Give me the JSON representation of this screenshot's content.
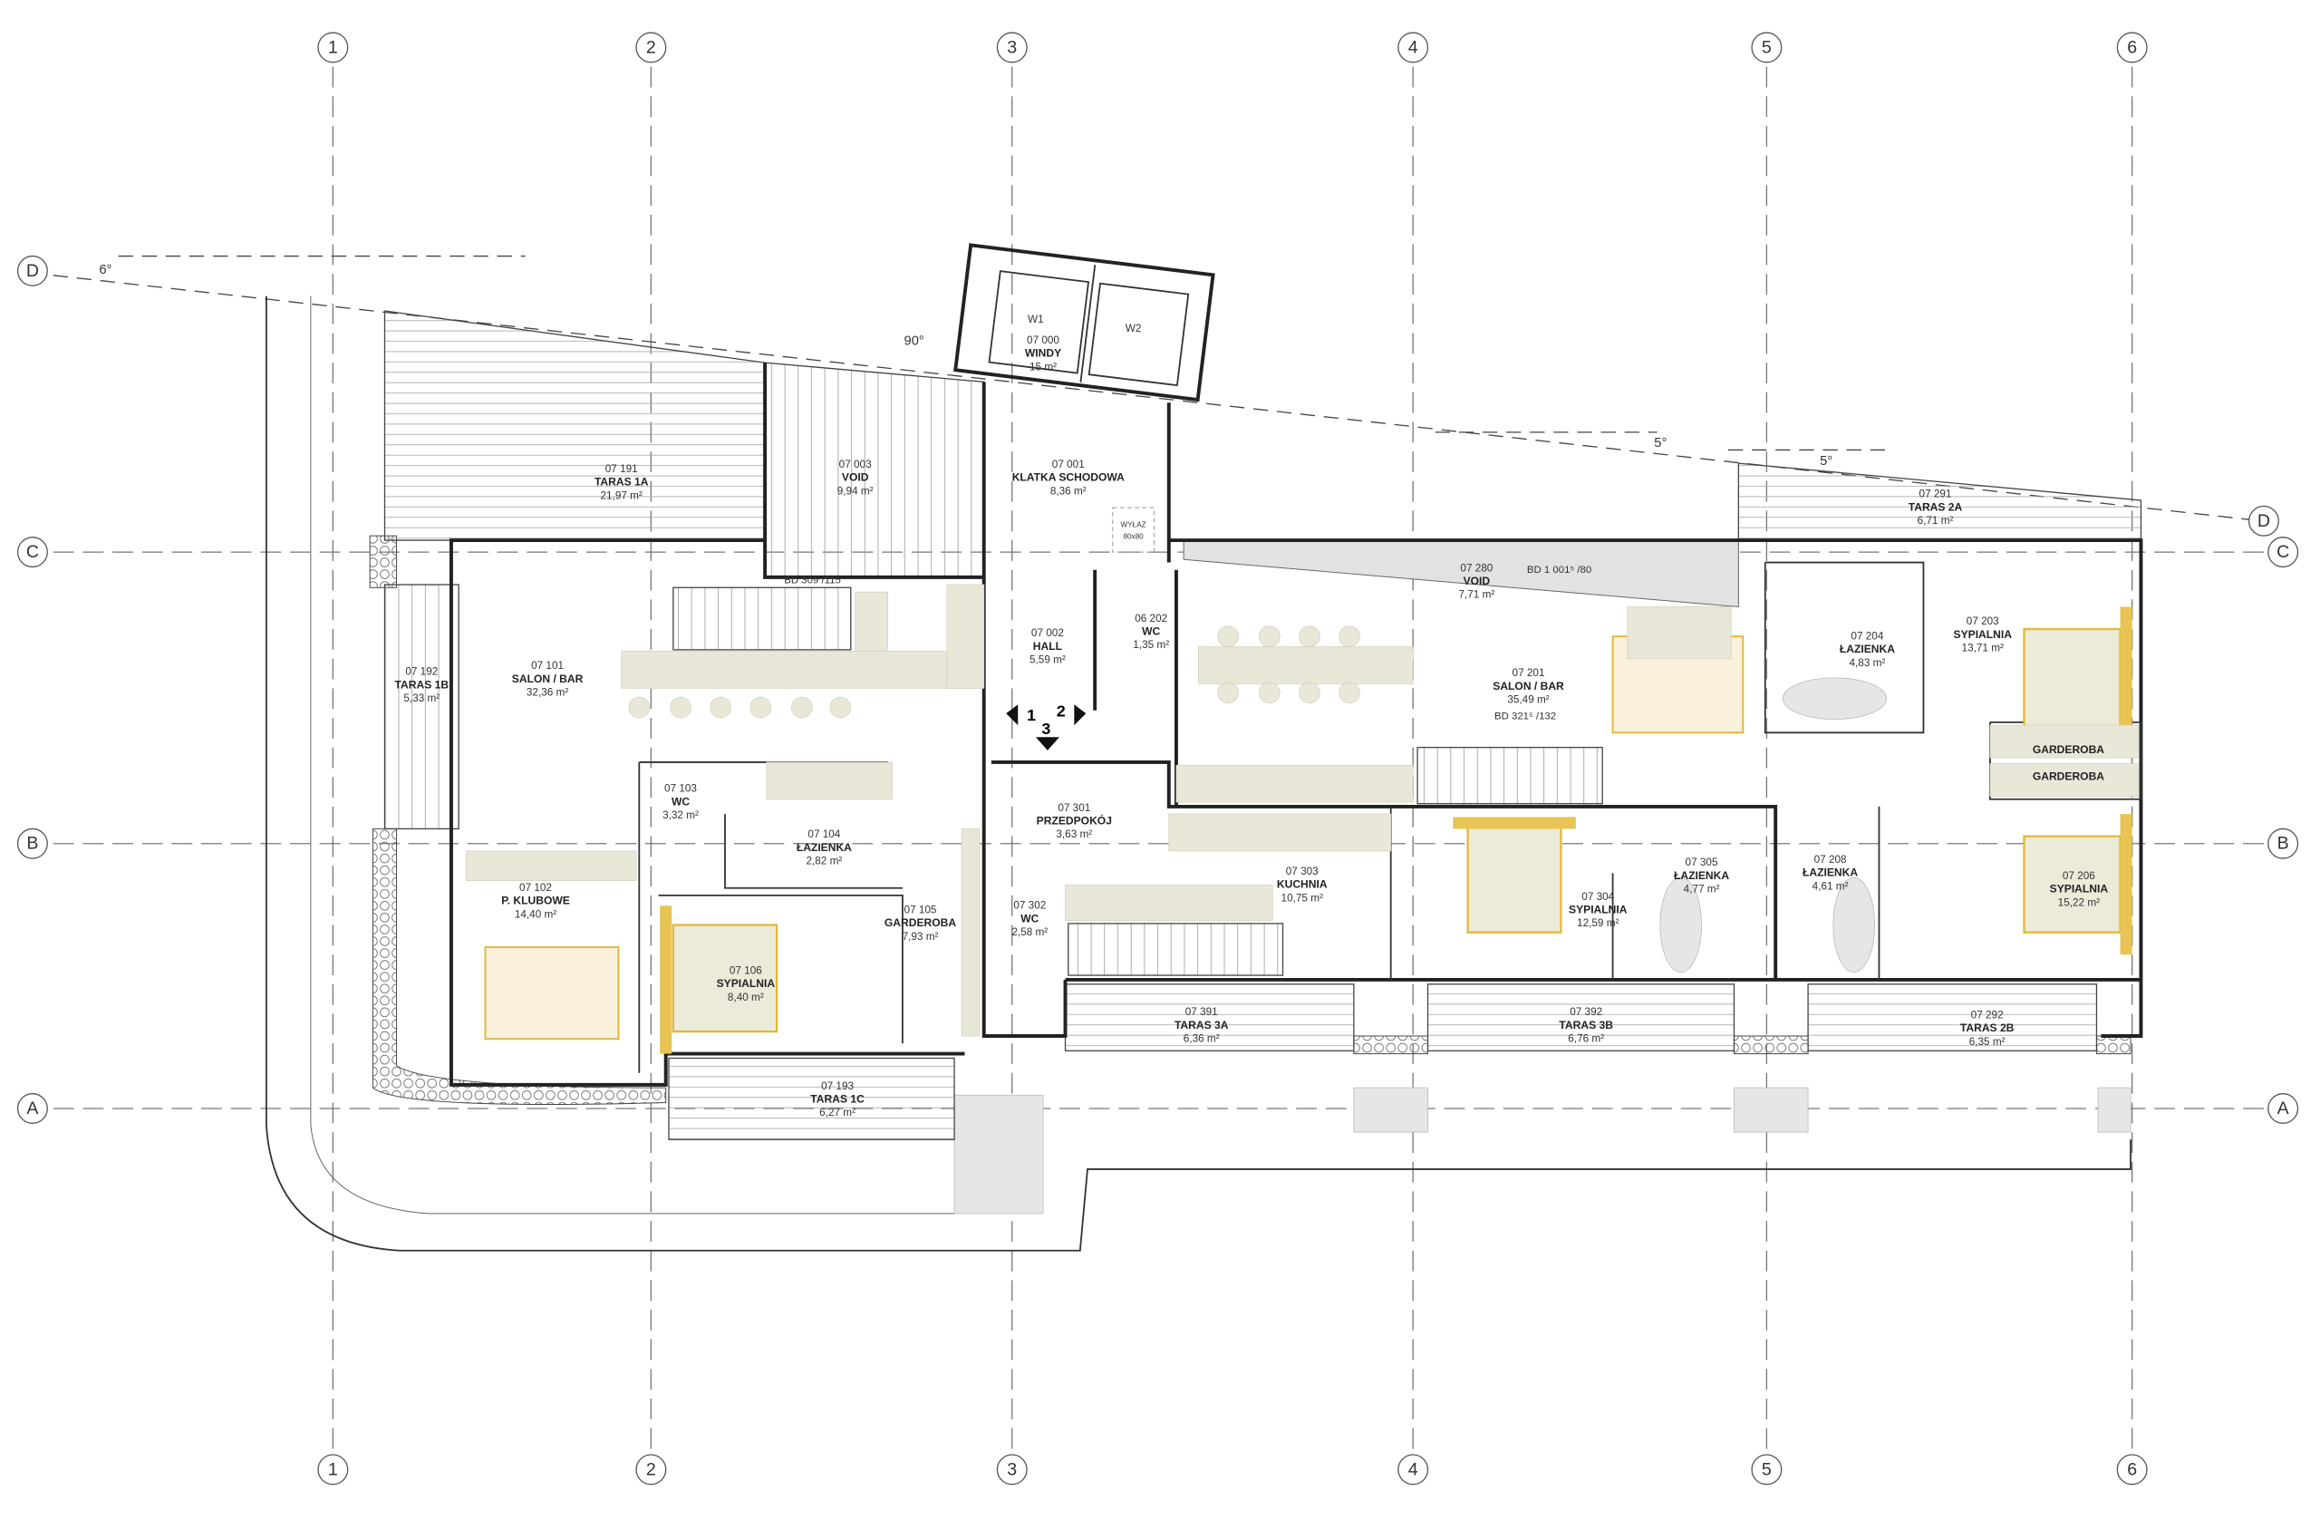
{
  "grid_axes": {
    "vertical": [
      "1",
      "2",
      "3",
      "4",
      "5",
      "6"
    ],
    "horizontal": [
      "D",
      "C",
      "B",
      "A"
    ]
  },
  "angles": {
    "a1": "6°",
    "a2": "90°",
    "a3": "5°",
    "a4": "5°"
  },
  "notes": {
    "bd_void": "BD 1 001⁵ /80",
    "bd_salon": "BD 321⁵ /132",
    "bd_stair": "BD 309 /115",
    "hatch": "WYŁAZ",
    "hatch_size": "80x80",
    "w1": "W1",
    "w2": "W2",
    "view_1": "1",
    "view_2": "2",
    "view_3": "3",
    "step_mark": "1"
  },
  "rooms": [
    {
      "id": "07 000",
      "name": "WINDY",
      "area": "15 m²"
    },
    {
      "id": "07 001",
      "name": "KLATKA SCHODOWA",
      "area": "8,36 m²"
    },
    {
      "id": "07 003",
      "name": "VOID",
      "area": "9,94 m²"
    },
    {
      "id": "07 191",
      "name": "TARAS 1A",
      "area": "21,97 m²"
    },
    {
      "id": "07 192",
      "name": "TARAS 1B",
      "area": "5,33 m²"
    },
    {
      "id": "07 101",
      "name": "SALON / BAR",
      "area": "32,36 m²"
    },
    {
      "id": "07 002",
      "name": "HALL",
      "area": "5,59 m²"
    },
    {
      "id": "06 202",
      "name": "WC",
      "area": "1,35 m²"
    },
    {
      "id": "07 280",
      "name": "VOID",
      "area": "7,71 m²"
    },
    {
      "id": "07 201",
      "name": "SALON / BAR",
      "area": "35,49 m²"
    },
    {
      "id": "07 291",
      "name": "TARAS 2A",
      "area": "6,71 m²"
    },
    {
      "id": "07 204",
      "name": "ŁAZIENKA",
      "area": "4,83 m²"
    },
    {
      "id": "07 203",
      "name": "SYPIALNIA",
      "area": "13,71 m²"
    },
    {
      "id": "07 206",
      "name": "SYPIALNIA",
      "area": "15,22 m²"
    },
    {
      "id": "07 103",
      "name": "WC",
      "area": "3,32 m²"
    },
    {
      "id": "07 104",
      "name": "ŁAZIENKA",
      "area": "2,82 m²"
    },
    {
      "id": "07 102",
      "name": "P. KLUBOWE",
      "area": "14,40 m²"
    },
    {
      "id": "07 105",
      "name": "GARDEROBA",
      "area": "7,93 m²"
    },
    {
      "id": "07 106",
      "name": "SYPIALNIA",
      "area": "8,40 m²"
    },
    {
      "id": "07 301",
      "name": "PRZEDPOKÓJ",
      "area": "3,63 m²"
    },
    {
      "id": "07 302",
      "name": "WC",
      "area": "2,58 m²"
    },
    {
      "id": "07 303",
      "name": "KUCHNIA",
      "area": "10,75 m²"
    },
    {
      "id": "07 304",
      "name": "SYPIALNIA",
      "area": "12,59 m²"
    },
    {
      "id": "07 305",
      "name": "ŁAZIENKA",
      "area": "4,77 m²"
    },
    {
      "id": "07 208",
      "name": "ŁAZIENKA",
      "area": "4,61 m²"
    },
    {
      "id": "07 391",
      "name": "TARAS 3A",
      "area": "6,36 m²"
    },
    {
      "id": "07 392",
      "name": "TARAS 3B",
      "area": "6,76 m²"
    },
    {
      "id": "07 292",
      "name": "TARAS 2B",
      "area": "6,35 m²"
    },
    {
      "id": "07 193",
      "name": "TARAS 1C",
      "area": "6,27 m²"
    }
  ],
  "wardrobes": [
    "GARDEROBA",
    "GARDEROBA"
  ]
}
